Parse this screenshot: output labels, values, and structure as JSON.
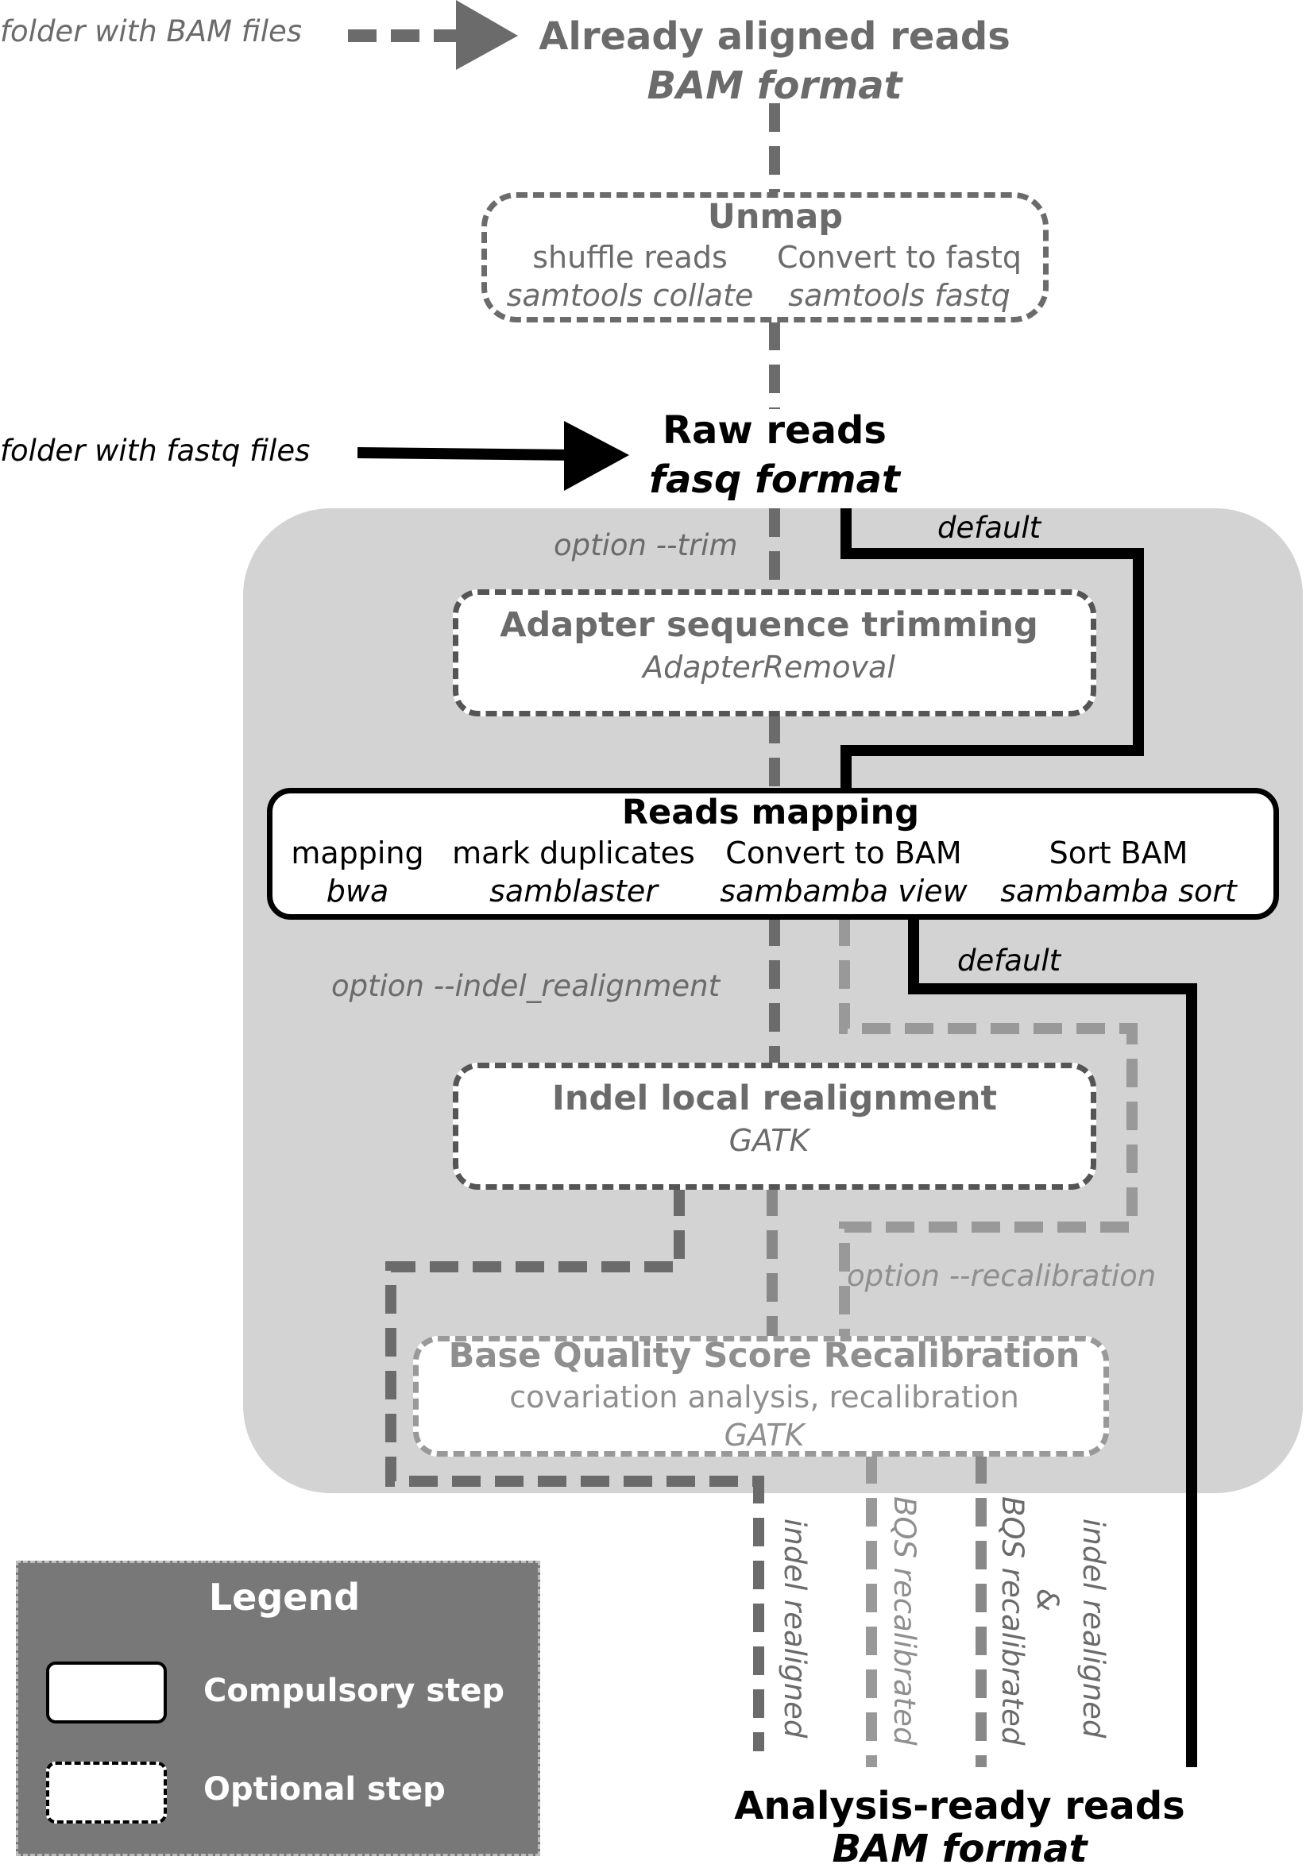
{
  "inputs": {
    "bam_folder": "folder with BAM files",
    "fastq_folder": "folder with fastq files"
  },
  "aligned": {
    "title": "Already aligned reads",
    "format": "BAM format"
  },
  "unmap": {
    "title": "Unmap",
    "steps": [
      {
        "label": "shuffle reads",
        "tool": "samtools collate"
      },
      {
        "label": "Convert to fastq",
        "tool": "samtools fastq"
      }
    ]
  },
  "raw": {
    "title": "Raw reads",
    "format": "fasq format"
  },
  "edges": {
    "trim": "option --trim",
    "default1": "default",
    "default2": "default",
    "indel": "option --indel_realignment",
    "recal": "option --recalibration"
  },
  "trimming": {
    "title": "Adapter sequence trimming",
    "tool": "AdapterRemoval"
  },
  "mapping": {
    "title": "Reads mapping",
    "steps": [
      {
        "label": "mapping",
        "tool": "bwa"
      },
      {
        "label": "mark duplicates",
        "tool": "samblaster"
      },
      {
        "label": "Convert to BAM",
        "tool": "sambamba view"
      },
      {
        "label": "Sort BAM",
        "tool": "sambamba sort"
      }
    ]
  },
  "indel": {
    "title": "Indel local realignment",
    "tool": "GATK"
  },
  "bqsr": {
    "title": "Base Quality Score Recalibration",
    "sub": "covariation analysis, recalibration",
    "tool": "GATK"
  },
  "outputs": {
    "indel_realigned": "indel realigned",
    "bqs1": "BQS recalibrated",
    "bqs2": "BQS recalibrated",
    "amp": "&",
    "indel2": "indel realigned"
  },
  "final": {
    "title": "Analysis-ready reads",
    "format": "BAM format"
  },
  "legend": {
    "title": "Legend",
    "compulsory": "Compulsory step",
    "optional": "Optional step"
  },
  "colors": {
    "panel": "#d3d3d3",
    "legend_bg": "#787878",
    "dark_gray": "#6b6b6b",
    "light_gray": "#999999",
    "black": "#000000"
  }
}
